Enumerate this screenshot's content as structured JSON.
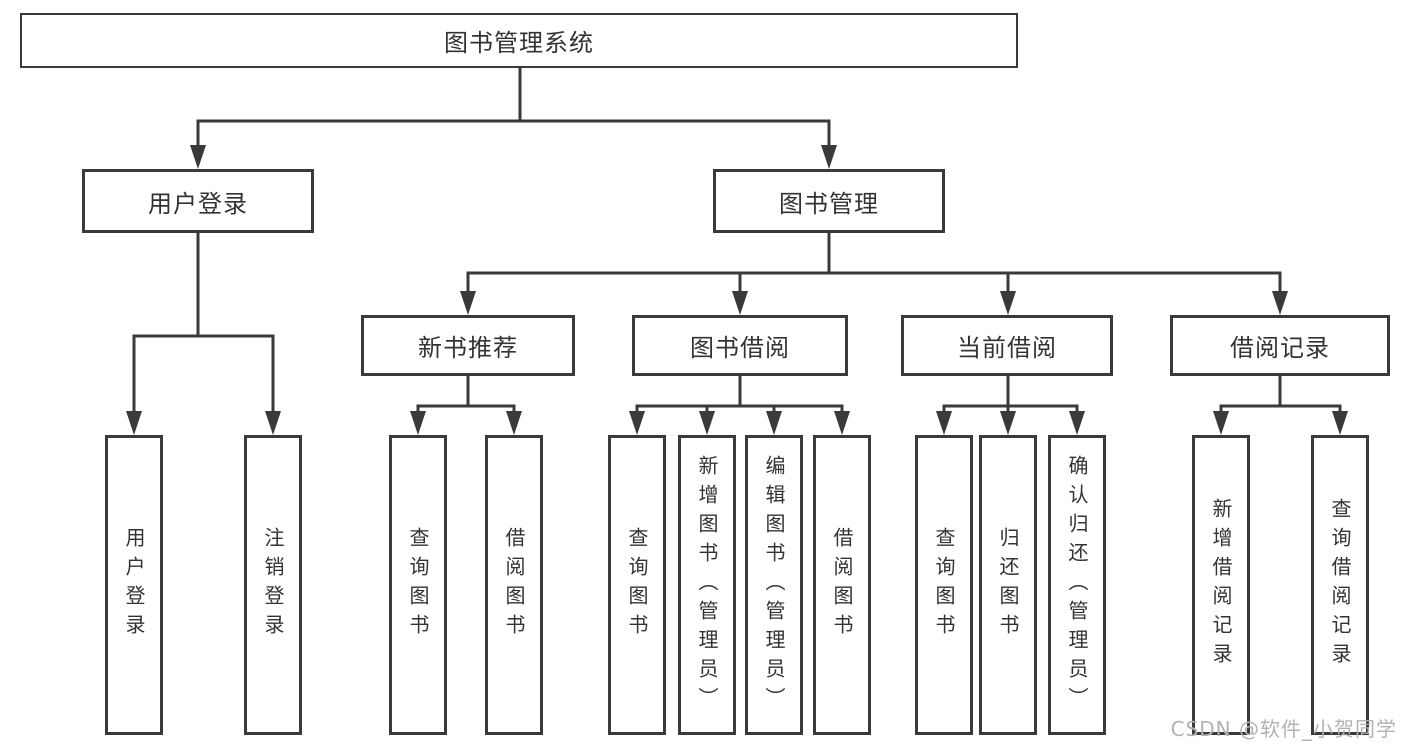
{
  "colors": {
    "line": "#3a3a3a",
    "text": "#333333",
    "watermark": "#b2b2b2",
    "background": "#ffffff"
  },
  "diagram": {
    "type": "hierarchy-tree",
    "root": {
      "label": "图书管理系统"
    },
    "branches": [
      {
        "label": "用户登录",
        "children": [
          {
            "label": "用户登录"
          },
          {
            "label": "注销登录"
          }
        ]
      },
      {
        "label": "图书管理",
        "children": [
          {
            "label": "新书推荐",
            "children": [
              {
                "label": "查询图书"
              },
              {
                "label": "借阅图书"
              }
            ]
          },
          {
            "label": "图书借阅",
            "children": [
              {
                "label": "查询图书"
              },
              {
                "label": "新增图书（管理员）"
              },
              {
                "label": "编辑图书（管理员）"
              },
              {
                "label": "借阅图书"
              }
            ]
          },
          {
            "label": "当前借阅",
            "children": [
              {
                "label": "查询图书"
              },
              {
                "label": "归还图书"
              },
              {
                "label": "确认归还（管理员）"
              }
            ]
          },
          {
            "label": "借阅记录",
            "children": [
              {
                "label": "新增借阅记录"
              },
              {
                "label": "查询借阅记录"
              }
            ]
          }
        ]
      }
    ]
  },
  "watermark": {
    "text": "CSDN @软件_小贺同学"
  }
}
